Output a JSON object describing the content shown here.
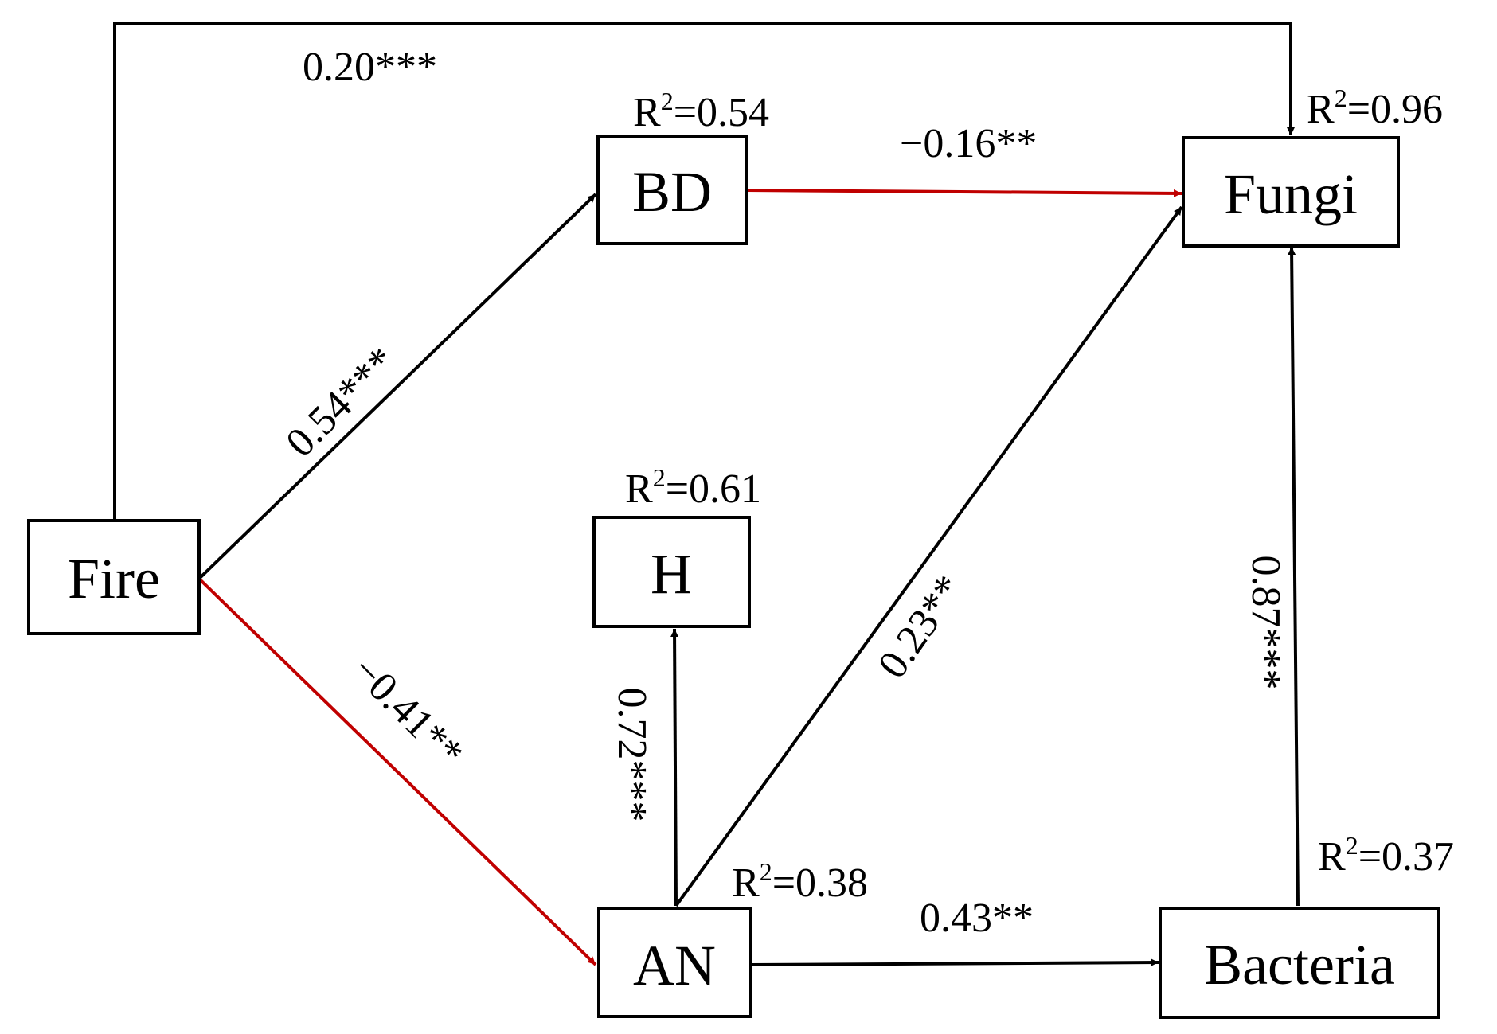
{
  "colors": {
    "positive": "#000000",
    "negative": "#c00000"
  },
  "nodes": {
    "fire": {
      "label": "Fire"
    },
    "bd": {
      "label": "BD",
      "r2_prefix": "R",
      "r2_sup": "2",
      "r2_value": "=0.54"
    },
    "fungi": {
      "label": "Fungi",
      "r2_prefix": "R",
      "r2_sup": "2",
      "r2_value": "=0.96"
    },
    "h": {
      "label": "H",
      "r2_prefix": "R",
      "r2_sup": "2",
      "r2_value": "=0.61"
    },
    "an": {
      "label": "AN",
      "r2_prefix": "R",
      "r2_sup": "2",
      "r2_value": "=0.38"
    },
    "bacteria": {
      "label": "Bacteria",
      "r2_prefix": "R",
      "r2_sup": "2",
      "r2_value": "=0.37"
    }
  },
  "edges": [
    {
      "from": "Fire",
      "to": "Fungi",
      "coefficient": "0.20***",
      "sign": "positive"
    },
    {
      "from": "Fire",
      "to": "BD",
      "coefficient": "0.54***",
      "sign": "positive"
    },
    {
      "from": "Fire",
      "to": "AN",
      "coefficient": "−0.41**",
      "sign": "negative"
    },
    {
      "from": "BD",
      "to": "Fungi",
      "coefficient": "−0.16**",
      "sign": "negative"
    },
    {
      "from": "AN",
      "to": "H",
      "coefficient": "0.72***",
      "sign": "positive"
    },
    {
      "from": "AN",
      "to": "Fungi",
      "coefficient": "0.23**",
      "sign": "positive"
    },
    {
      "from": "AN",
      "to": "Bacteria",
      "coefficient": "0.43**",
      "sign": "positive"
    },
    {
      "from": "Bacteria",
      "to": "Fungi",
      "coefficient": "0.87***",
      "sign": "positive"
    }
  ]
}
